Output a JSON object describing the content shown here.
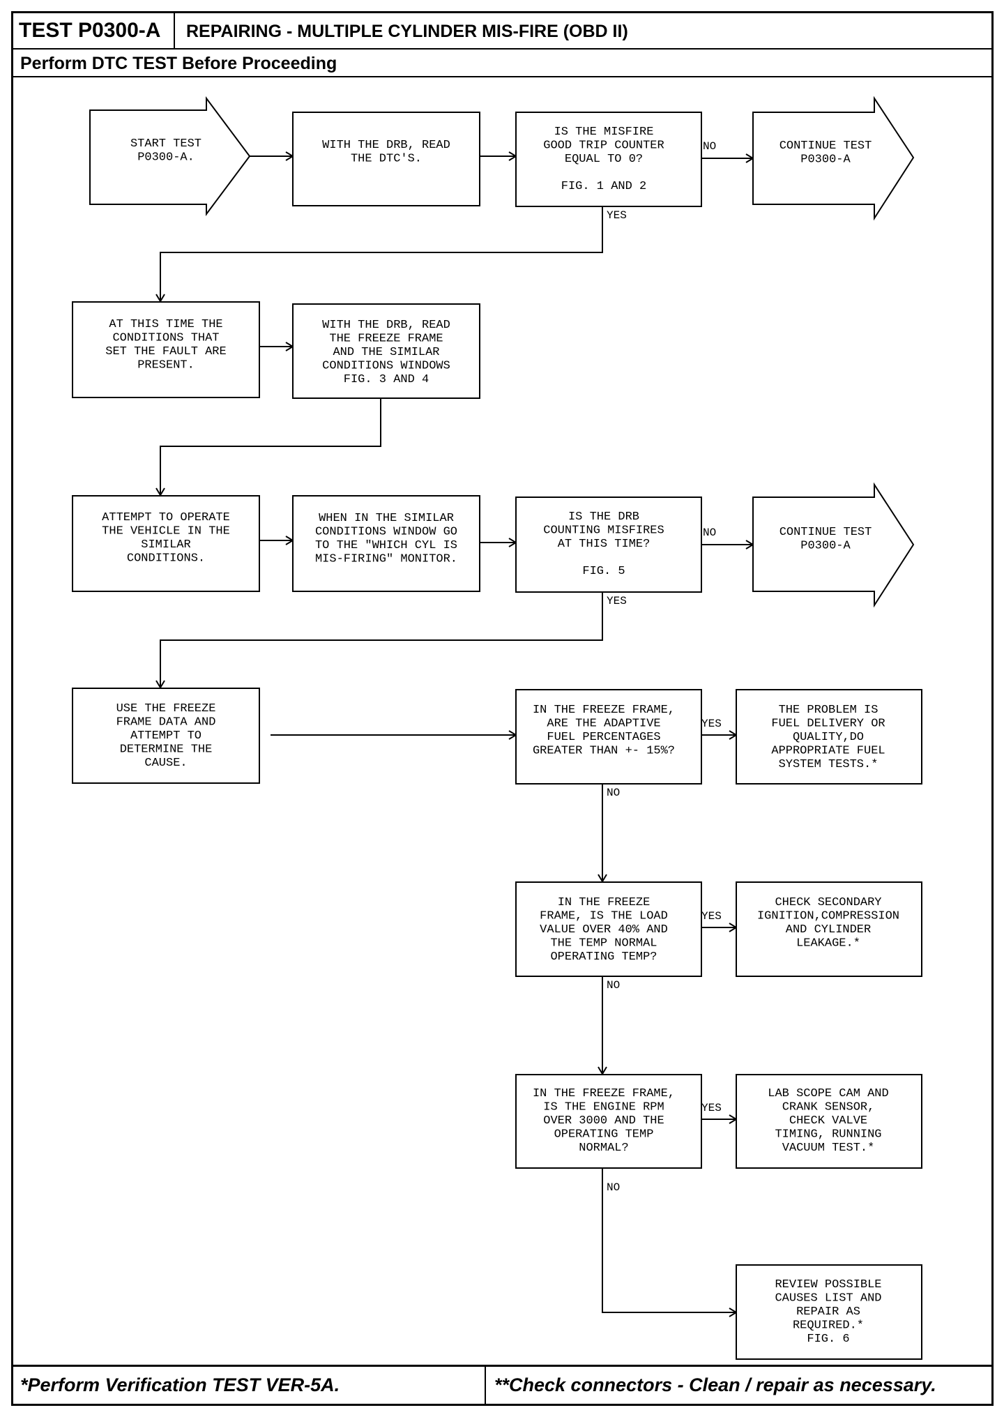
{
  "header": {
    "test_id": "TEST P0300-A",
    "title": "REPAIRING - MULTIPLE CYLINDER MIS-FIRE (OBD II)",
    "subtitle": "Perform DTC TEST Before Proceeding"
  },
  "nodes": {
    "start": [
      "START TEST",
      "P0300-A."
    ],
    "read_dtc": [
      "WITH THE DRB, READ",
      "THE DTC'S."
    ],
    "q_counter": [
      "IS THE MISFIRE",
      "GOOD TRIP COUNTER",
      "EQUAL TO 0?",
      "",
      "FIG. 1 AND 2"
    ],
    "continue1": [
      "CONTINUE TEST",
      "P0300-A"
    ],
    "conditions_present": [
      "AT THIS TIME THE",
      "CONDITIONS THAT",
      "SET THE FAULT ARE",
      "PRESENT."
    ],
    "read_freeze": [
      "WITH THE DRB, READ",
      "THE FREEZE FRAME",
      "AND THE SIMILAR",
      "CONDITIONS WINDOWS",
      "FIG. 3 AND 4"
    ],
    "attempt_operate": [
      "ATTEMPT TO OPERATE",
      "THE VEHICLE IN THE",
      "SIMILAR",
      "CONDITIONS."
    ],
    "similar_window": [
      "WHEN IN THE SIMILAR",
      "CONDITIONS WINDOW GO",
      "TO THE \"WHICH CYL IS",
      "MIS-FIRING\" MONITOR."
    ],
    "q_counting": [
      "IS THE DRB",
      "COUNTING MISFIRES",
      "AT THIS TIME?",
      "",
      "FIG. 5"
    ],
    "continue2": [
      "CONTINUE TEST",
      "P0300-A"
    ],
    "use_freeze": [
      "USE THE FREEZE",
      "FRAME DATA AND",
      "ATTEMPT TO",
      "DETERMINE THE",
      "CAUSE."
    ],
    "q_adaptive": [
      "IN THE FREEZE FRAME,",
      "ARE THE ADAPTIVE",
      "FUEL PERCENTAGES",
      "GREATER THAN +- 15%?"
    ],
    "fuel_problem": [
      "THE PROBLEM IS",
      "FUEL DELIVERY OR",
      "QUALITY,DO",
      "APPROPRIATE FUEL",
      "SYSTEM TESTS.*"
    ],
    "q_load": [
      "IN THE FREEZE",
      "FRAME, IS THE LOAD",
      "VALUE OVER 40% AND",
      "THE TEMP NORMAL",
      "OPERATING TEMP?"
    ],
    "check_secondary": [
      "CHECK SECONDARY",
      "IGNITION,COMPRESSION",
      "AND CYLINDER",
      "LEAKAGE.*"
    ],
    "q_rpm": [
      "IN THE FREEZE FRAME,",
      "IS THE ENGINE RPM",
      "OVER 3000 AND THE",
      "OPERATING TEMP",
      "NORMAL?"
    ],
    "lab_scope": [
      "LAB SCOPE CAM AND",
      "CRANK SENSOR,",
      "CHECK VALVE",
      "TIMING, RUNNING",
      "VACUUM TEST.*"
    ],
    "review_causes": [
      "REVIEW POSSIBLE",
      "CAUSES LIST AND",
      "REPAIR AS",
      "REQUIRED.*",
      "FIG. 6"
    ]
  },
  "labels": {
    "no": "NO",
    "yes": "YES"
  },
  "footer": {
    "left": "*Perform Verification TEST VER-5A.",
    "right": "**Check connectors - Clean / repair as necessary."
  }
}
